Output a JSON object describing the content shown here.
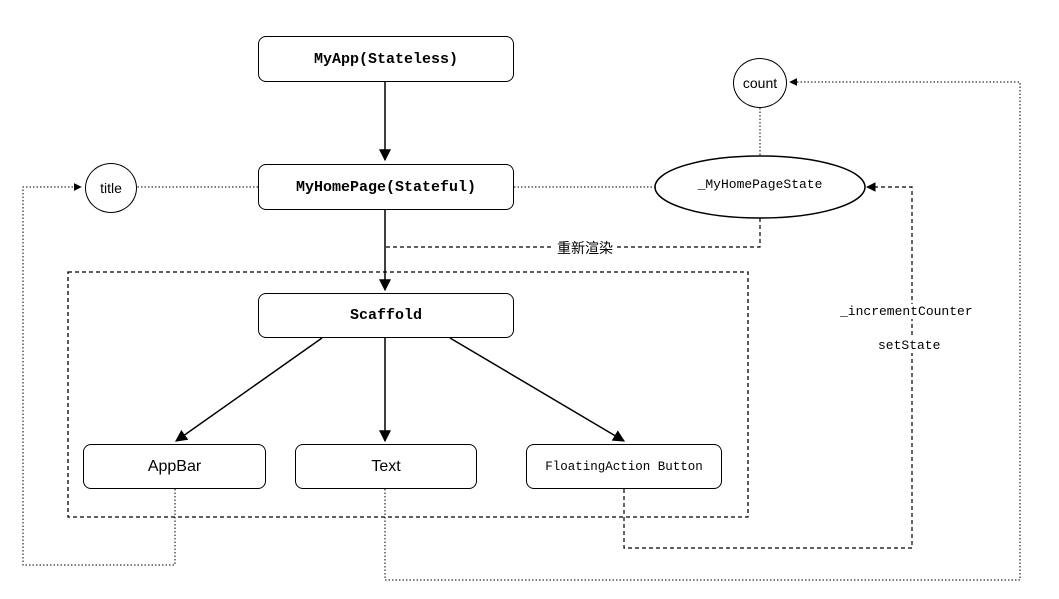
{
  "nodes": {
    "myapp": "MyApp(Stateless)",
    "myhomepage": "MyHomePage(Stateful)",
    "scaffold": "Scaffold",
    "appbar": "AppBar",
    "text": "Text",
    "fab": "FloatingAction Button",
    "title": "title",
    "count": "count",
    "state": "_MyHomePageState"
  },
  "labels": {
    "rerender": "重新渲染",
    "increment": "_incrementCounter",
    "setstate": "setState"
  }
}
